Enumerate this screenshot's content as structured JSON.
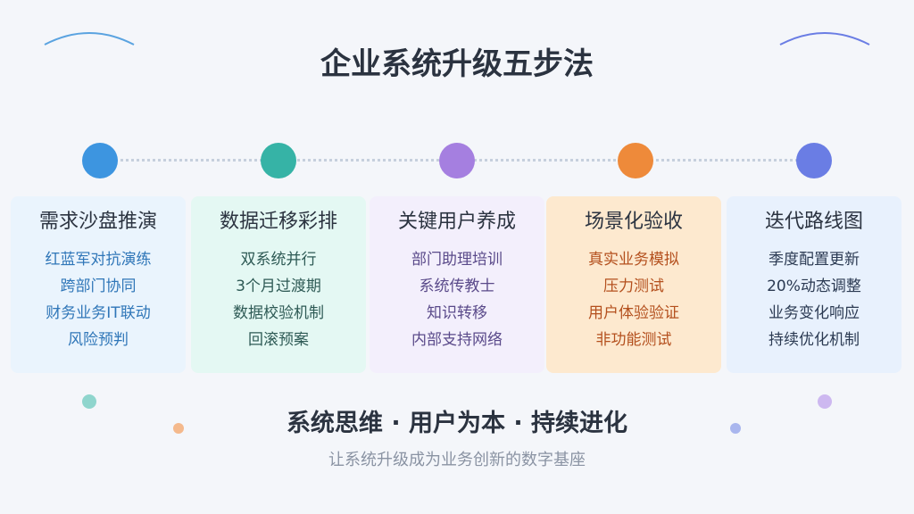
{
  "title": "企业系统升级五步法",
  "colors": {
    "blue": "#3d95e0",
    "teal": "#36b3a6",
    "purple": "#a57fe0",
    "orange": "#ee8a3a",
    "indigo": "#6a7de4"
  },
  "steps": [
    {
      "title": "需求沙盘推演",
      "items": [
        "红蓝军对抗演练",
        "跨部门协同",
        "财务业务IT联动",
        "风险预判"
      ]
    },
    {
      "title": "数据迁移彩排",
      "items": [
        "双系统并行",
        "3个月过渡期",
        "数据校验机制",
        "回滚预案"
      ]
    },
    {
      "title": "关键用户养成",
      "items": [
        "部门助理培训",
        "系统传教士",
        "知识转移",
        "内部支持网络"
      ]
    },
    {
      "title": "场景化验收",
      "items": [
        "真实业务模拟",
        "压力测试",
        "用户体验验证",
        "非功能测试"
      ]
    },
    {
      "title": "迭代路线图",
      "items": [
        "季度配置更新",
        "20%动态调整",
        "业务变化响应",
        "持续优化机制"
      ]
    }
  ],
  "tagline": "系统思维 · 用户为本 · 持续进化",
  "subline": "让系统升级成为业务创新的数字基座"
}
